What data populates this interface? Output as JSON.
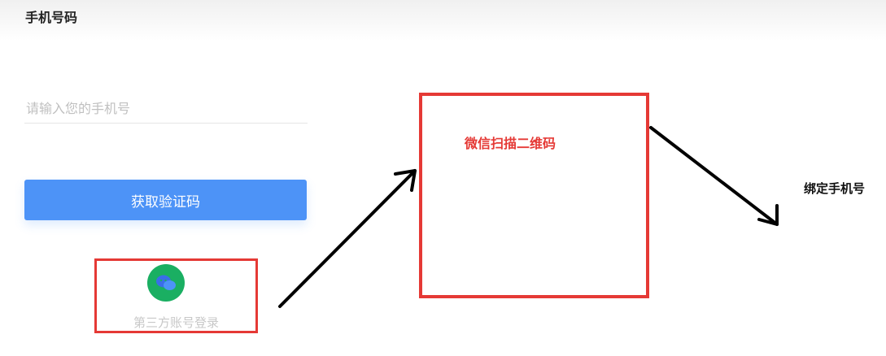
{
  "header": {
    "title": "手机号码"
  },
  "form": {
    "phone_placeholder": "请输入您的手机号",
    "get_code_label": "获取验证码"
  },
  "third_party": {
    "label": "第三方账号登录",
    "icon": "wechat-icon"
  },
  "annotations": {
    "qr_label": "微信扫描二维码",
    "bind_label": "绑定手机号"
  },
  "colors": {
    "button": "#4d93f7",
    "wechat": "#1aaf62",
    "annotation_red": "#e53935"
  }
}
